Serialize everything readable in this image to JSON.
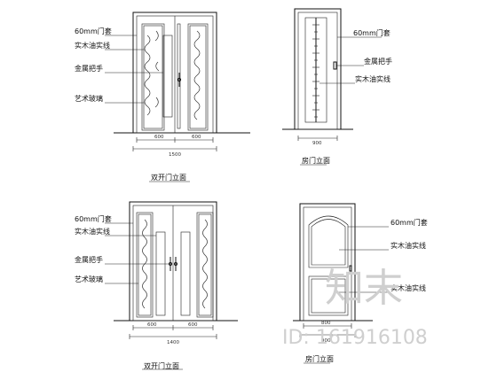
{
  "drawings": {
    "top_left": {
      "callouts": [
        "60mm门套",
        "实木油实线",
        "金属把手",
        "艺术玻璃"
      ],
      "dims": [
        "600",
        "600",
        "1500"
      ],
      "caption": "双开门立面"
    },
    "top_right": {
      "callouts": [
        "60mm门套",
        "金属把手",
        "实木油实线"
      ],
      "dims": [
        "900"
      ],
      "caption": "房门立面"
    },
    "bottom_left": {
      "callouts": [
        "60mm门套",
        "实木油实线",
        "金属把手",
        "艺术玻璃"
      ],
      "dims": [
        "600",
        "600",
        "1400"
      ],
      "caption": "双开门立面"
    },
    "bottom_right": {
      "callouts": [
        "60mm门套",
        "实木油实线",
        "实木油实线"
      ],
      "dims": [
        "800",
        "900"
      ],
      "caption": "房门立面"
    }
  },
  "watermark": {
    "logo_text": "知末",
    "id_text": "ID: 161916108"
  }
}
